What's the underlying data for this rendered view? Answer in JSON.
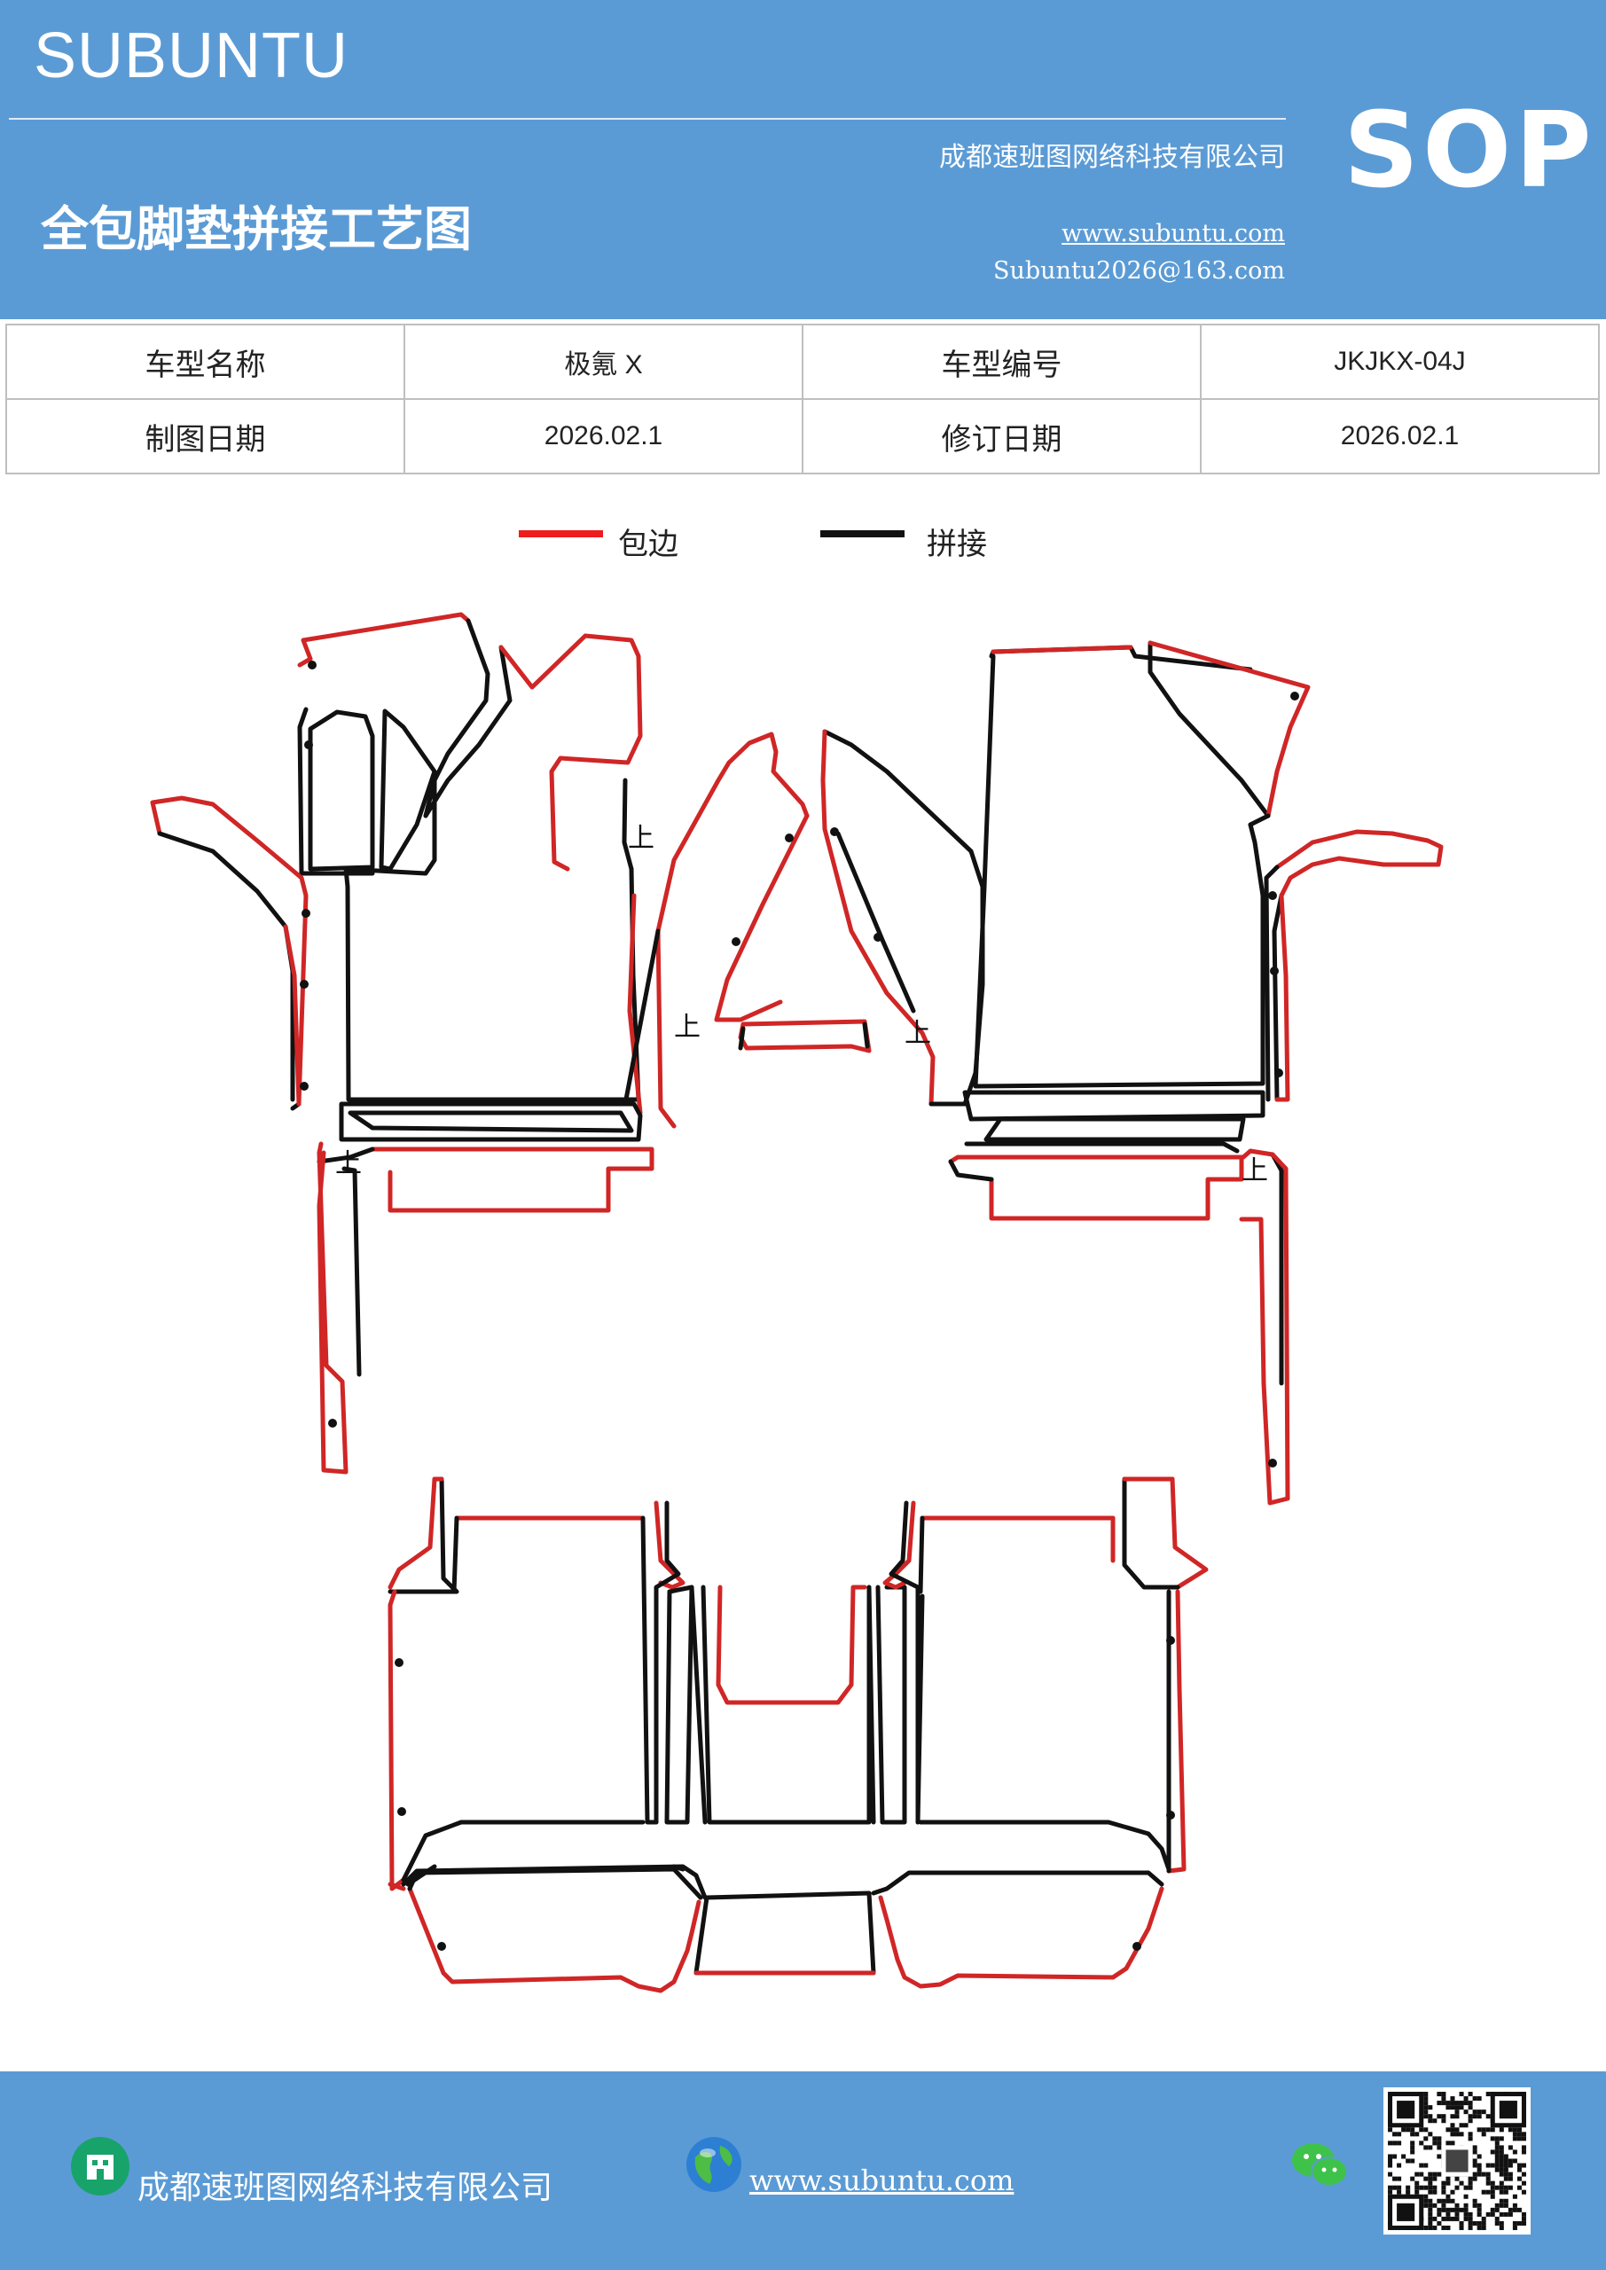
{
  "header": {
    "brand": "SUBUNTU",
    "badge": "SOP",
    "title": "全包脚垫拼接工艺图",
    "company": "成都速班图网络科技有限公司",
    "website": "www.subuntu.com",
    "email": "Subuntu2026@163.com"
  },
  "info_table": {
    "rows": [
      [
        {
          "label": "车型名称",
          "value": "极氪 X"
        },
        {
          "label": "车型编号",
          "value": "JKJKX-04J"
        }
      ],
      [
        {
          "label": "制图日期",
          "value": "2026.02.1"
        },
        {
          "label": "修订日期",
          "value": "2026.02.1"
        }
      ]
    ]
  },
  "legend": {
    "items": [
      {
        "label": "包边",
        "color": "#ee1c1c"
      },
      {
        "label": "拼接",
        "color": "#111111"
      }
    ]
  },
  "diagram": {
    "mark_text": "上",
    "colors": {
      "binding": "#d02626",
      "seam": "#111111"
    }
  },
  "footer": {
    "company": "成都速班图网络科技有限公司",
    "website": "www.subuntu.com",
    "icons": [
      "building-icon",
      "globe-icon",
      "wechat-icon",
      "qr-code"
    ]
  },
  "colors": {
    "brand_blue": "#5b9bd5",
    "white": "#ffffff"
  }
}
